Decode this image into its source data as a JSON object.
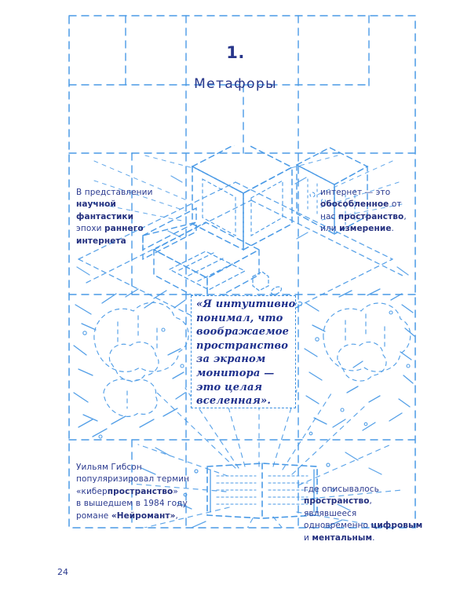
{
  "page": {
    "number": "24",
    "background_color": "#ffffff",
    "ink_color": "#2b3a8f",
    "sketch_color": "#3b8fe0"
  },
  "chapter": {
    "number": "1.",
    "title": "Метафоры"
  },
  "blocks": {
    "sci_fi": "В представлении\nнаучной фантастики\nэпохи раннего\nинтернета",
    "internet": "интернет — это\nобособленное от\nнас пространство,\nили измерение.",
    "gibson": "Уильям Гибсон\nпопуляризировал термин\n«киберпространство»\nв вышедшем в 1984 году\nромане «Нейромант»,",
    "description": "где описывалось\nпространство, являвшееся\nодновременно цифровым\nи ментальным."
  },
  "quote": {
    "text": "«Я интуитивно\nпонимал, что\nвоображаемое\nпространство\nза экраном\nмонитора —\nэто целая\nвселенная»."
  },
  "illustration": {
    "style": "isometric-dashed-sketch",
    "subjects": [
      "retro-computer-monitor",
      "desk",
      "open-book",
      "cyberspace-rays"
    ]
  }
}
